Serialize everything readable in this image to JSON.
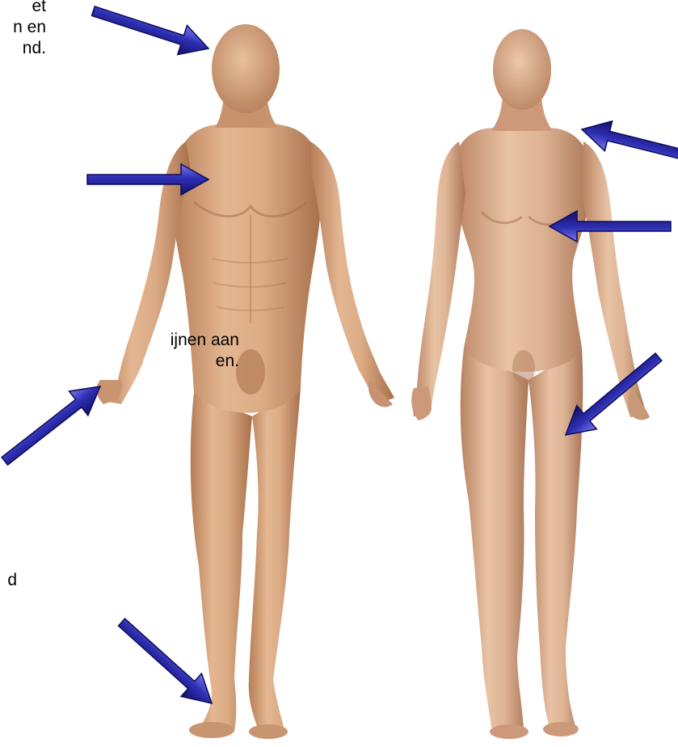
{
  "captions": {
    "head": [
      "et",
      "n en",
      "nd."
    ],
    "hand": [
      "ijnen aan",
      "en."
    ],
    "foot": [
      "d"
    ]
  },
  "colors": {
    "arrow_fill": "#2a2aa8",
    "arrow_highlight": "#6a6ae8",
    "arrow_shadow": "#0b0b55",
    "skin_light": "#e7bc98",
    "skin_mid": "#cf9b74",
    "skin_dark": "#a8714d",
    "background": "#ffffff"
  },
  "figures": [
    {
      "name": "male-figure"
    },
    {
      "name": "female-figure"
    }
  ]
}
